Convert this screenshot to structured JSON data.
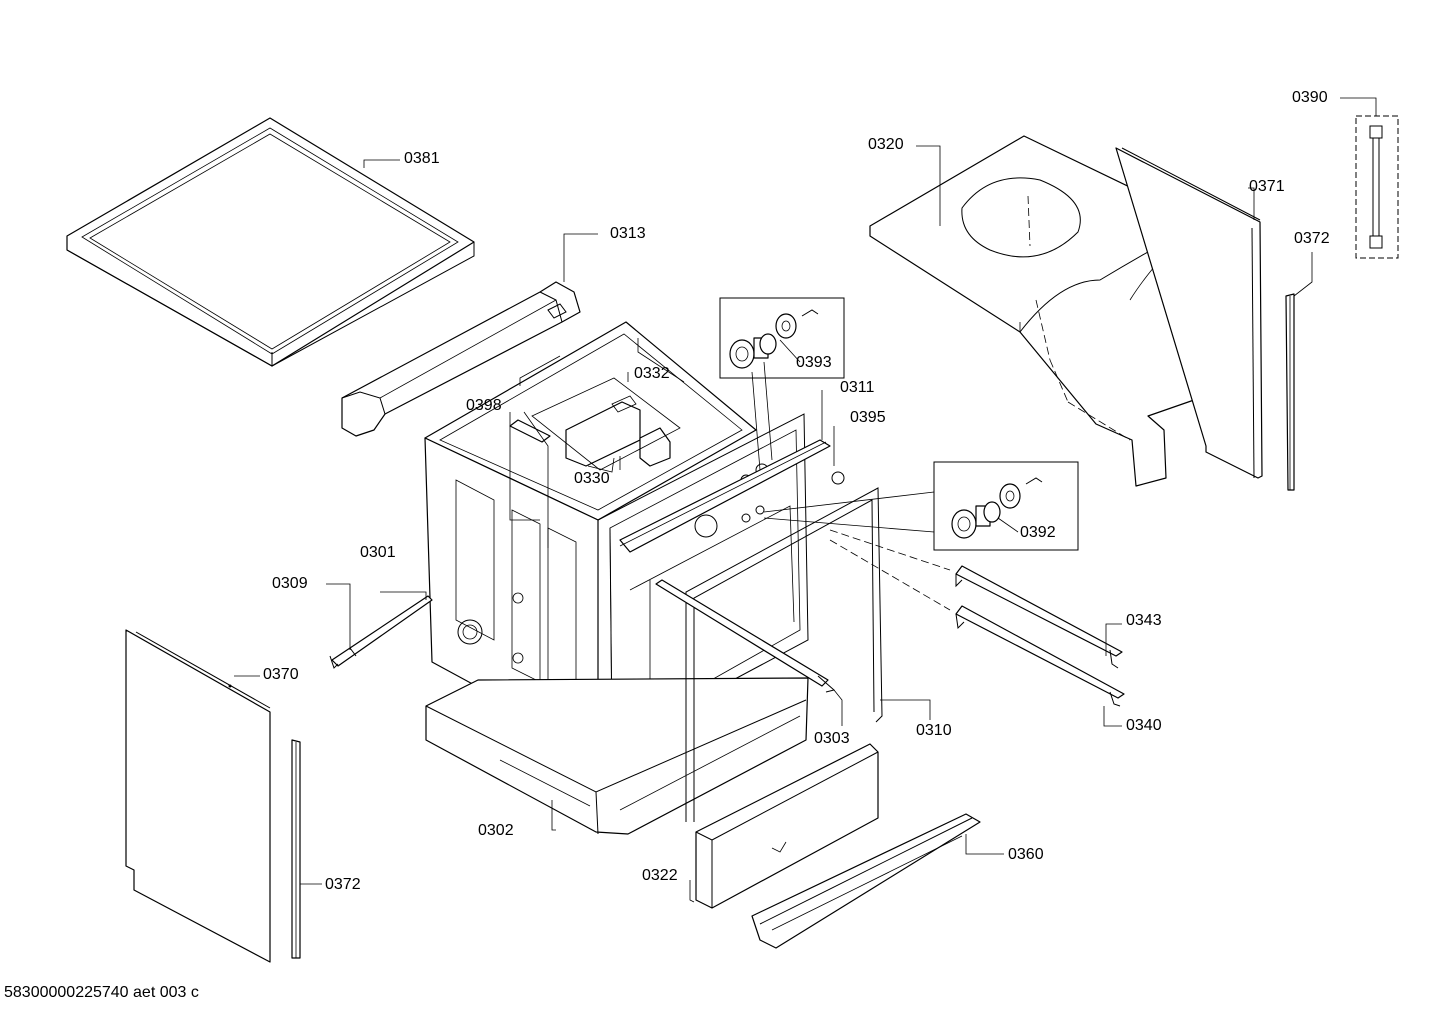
{
  "diagram": {
    "labels": {
      "p0301": "0301",
      "p0302": "0302",
      "p0303": "0303",
      "p0309": "0309",
      "p0310": "0310",
      "p0311": "0311",
      "p0313": "0313",
      "p0320": "0320",
      "p0322": "0322",
      "p0330": "0330",
      "p0332": "0332",
      "p0340": "0340",
      "p0343": "0343",
      "p0360": "0360",
      "p0370": "0370",
      "p0371": "0371",
      "p0372a": "0372",
      "p0372b": "0372",
      "p0381": "0381",
      "p0390": "0390",
      "p0392": "0392",
      "p0393": "0393",
      "p0395": "0395",
      "p0398": "0398"
    },
    "footer": "58300000225740 aet 003 c"
  }
}
